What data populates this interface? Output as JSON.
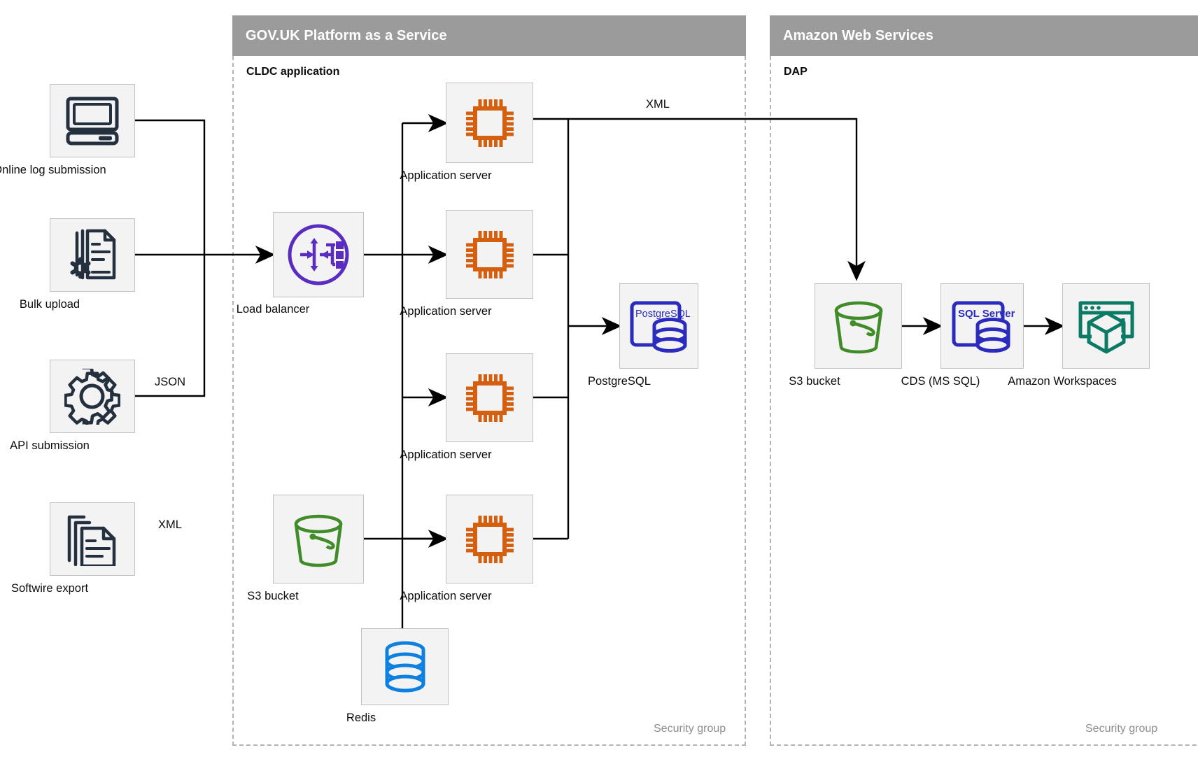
{
  "groups": [
    {
      "id": "paas",
      "title": "GOV.UK Platform as a Service",
      "subtitle": "CLDC application",
      "footer": "Security group"
    },
    {
      "id": "aws",
      "title": "Amazon Web Services",
      "subtitle": "DAP",
      "footer": "Security group"
    }
  ],
  "nodes": [
    {
      "id": "online-log-submission",
      "label": "Online log submission",
      "icon": "desktop-computer-icon",
      "color": "#25303f"
    },
    {
      "id": "bulk-upload",
      "label": "Bulk upload",
      "icon": "document-gear-icon",
      "color": "#25303f"
    },
    {
      "id": "api-submission",
      "label": "API submission",
      "icon": "gear-icon",
      "color": "#25303f"
    },
    {
      "id": "softwire-export",
      "label": "Softwire export",
      "icon": "document-stack-icon",
      "color": "#25303f"
    },
    {
      "id": "load-balancer",
      "label": "Load balancer",
      "icon": "load-balancer-icon",
      "color": "#5a2cc0"
    },
    {
      "id": "app-server-1",
      "label": "Application server",
      "icon": "cpu-chip-icon",
      "color": "#d4600f"
    },
    {
      "id": "app-server-2",
      "label": "Application server",
      "icon": "cpu-chip-icon",
      "color": "#d4600f"
    },
    {
      "id": "app-server-3",
      "label": "Application server",
      "icon": "cpu-chip-icon",
      "color": "#d4600f"
    },
    {
      "id": "app-server-4",
      "label": "Application server",
      "icon": "cpu-chip-icon",
      "color": "#d4600f"
    },
    {
      "id": "postgresql",
      "label": "PostgreSQL",
      "icon": "postgresql-database-icon",
      "color": "#2b2bbd",
      "icon_text": "PostgreSQL"
    },
    {
      "id": "s3-bucket-paas",
      "label": "S3 bucket",
      "icon": "s3-bucket-icon",
      "color": "#3f8c29"
    },
    {
      "id": "redis",
      "label": "Redis",
      "icon": "redis-database-icon",
      "color": "#0d80e0"
    },
    {
      "id": "s3-bucket-aws",
      "label": "S3 bucket",
      "icon": "s3-bucket-icon",
      "color": "#3f8c29"
    },
    {
      "id": "cds-ms-sql",
      "label": "CDS (MS SQL)",
      "icon": "sql-server-database-icon",
      "color": "#2b2bbd",
      "icon_text": "SQL Server"
    },
    {
      "id": "amazon-workspaces",
      "label": "Amazon Workspaces",
      "icon": "amazon-workspaces-icon",
      "color": "#0c7b65"
    }
  ],
  "edge_labels": [
    {
      "id": "api-json",
      "text": "JSON"
    },
    {
      "id": "softwire-xml",
      "text": "XML"
    },
    {
      "id": "appserver-s3-xml",
      "text": "XML"
    }
  ],
  "colors": {
    "banner_grey": "#9b9b9b",
    "tile_fill": "#f3f3f3",
    "tile_border": "#c0c0c0",
    "dashed_border": "#b3b3b3",
    "wire": "#000000",
    "text": "#0b0c0c",
    "muted_text": "#8d8d8d"
  }
}
